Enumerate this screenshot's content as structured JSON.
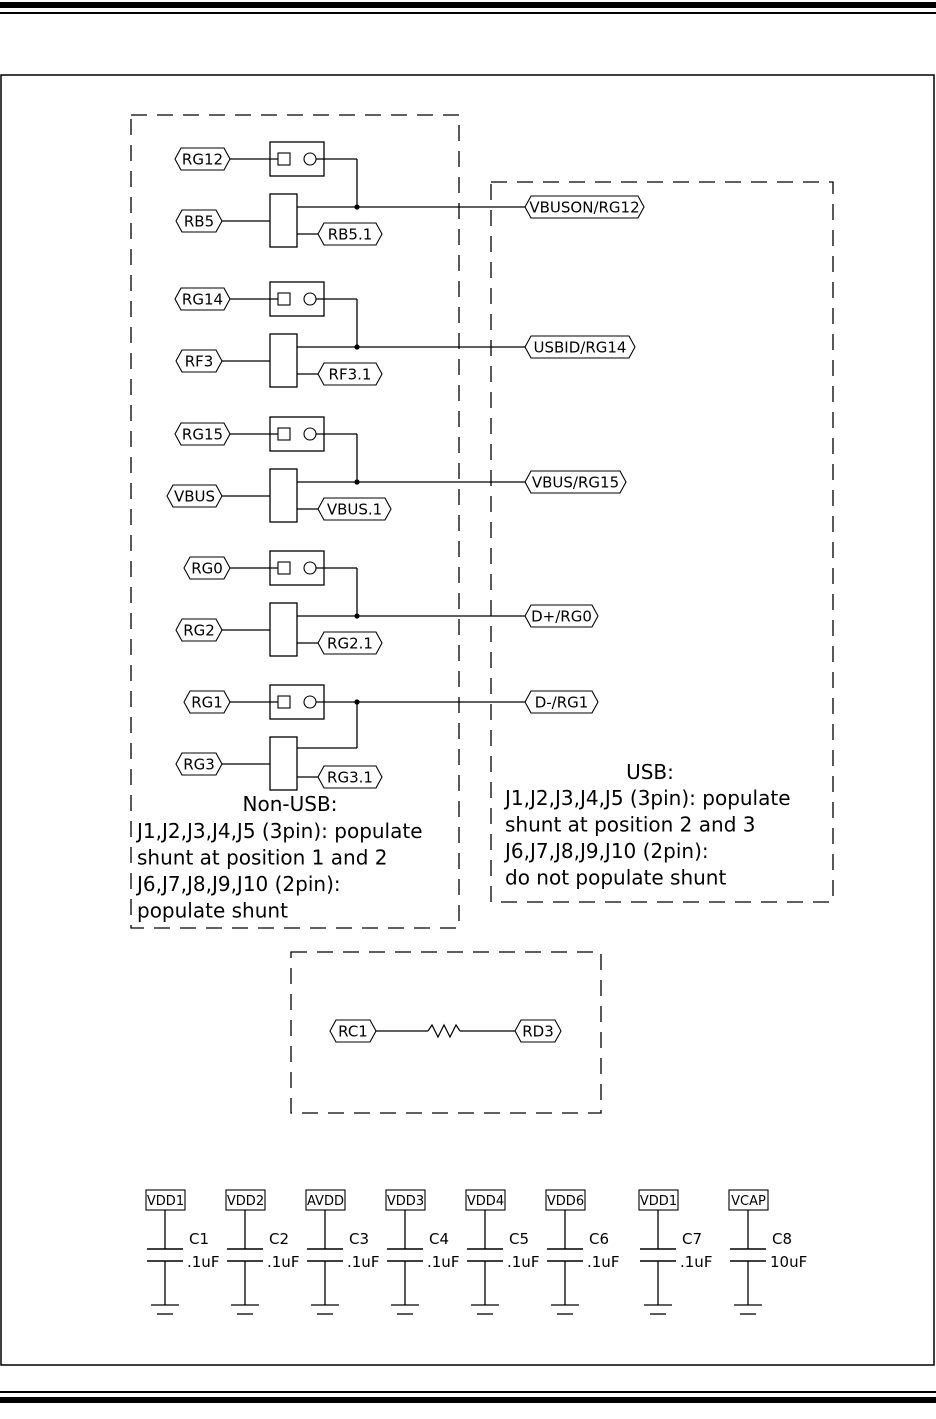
{
  "jumper_blocks": [
    {
      "input_3pin": "RG12",
      "input_2pin": "RB5",
      "out_2pin": "RB5.1",
      "usb_net": "VBUSON/RG12"
    },
    {
      "input_3pin": "RG14",
      "input_2pin": "RF3",
      "out_2pin": "RF3.1",
      "usb_net": "USBID/RG14"
    },
    {
      "input_3pin": "RG15",
      "input_2pin": "VBUS",
      "out_2pin": "VBUS.1",
      "usb_net": "VBUS/RG15"
    },
    {
      "input_3pin": "RG0",
      "input_2pin": "RG2",
      "out_2pin": "RG2.1",
      "usb_net": "D+/RG0"
    },
    {
      "input_3pin": "RG1",
      "input_2pin": "RG3",
      "out_2pin": "RG3.1",
      "usb_net": "D-/RG1"
    }
  ],
  "non_usb_note": {
    "title": "Non-USB:",
    "lines": [
      "J1,J2,J3,J4,J5 (3pin): populate",
      "shunt at position 1 and 2",
      "J6,J7,J8,J9,J10 (2pin):",
      "populate shunt"
    ]
  },
  "usb_note": {
    "title": "USB:",
    "lines": [
      "J1,J2,J3,J4,J5 (3pin): populate",
      "shunt at position 2 and 3",
      "J6,J7,J8,J9,J10 (2pin):",
      "do not populate shunt"
    ]
  },
  "resistor_link": {
    "left": "RC1",
    "right": "RD3"
  },
  "capacitors": [
    {
      "power": "VDD1",
      "ref": "C1",
      "value": ".1uF"
    },
    {
      "power": "VDD2",
      "ref": "C2",
      "value": ".1uF"
    },
    {
      "power": "AVDD",
      "ref": "C3",
      "value": ".1uF"
    },
    {
      "power": "VDD3",
      "ref": "C4",
      "value": ".1uF"
    },
    {
      "power": "VDD4",
      "ref": "C5",
      "value": ".1uF"
    },
    {
      "power": "VDD6",
      "ref": "C6",
      "value": ".1uF"
    },
    {
      "power": "VDD1",
      "ref": "C7",
      "value": ".1uF"
    },
    {
      "power": "VCAP",
      "ref": "C8",
      "value": "10uF"
    }
  ],
  "colors": {
    "ink": "#000000",
    "background": "#ffffff"
  }
}
